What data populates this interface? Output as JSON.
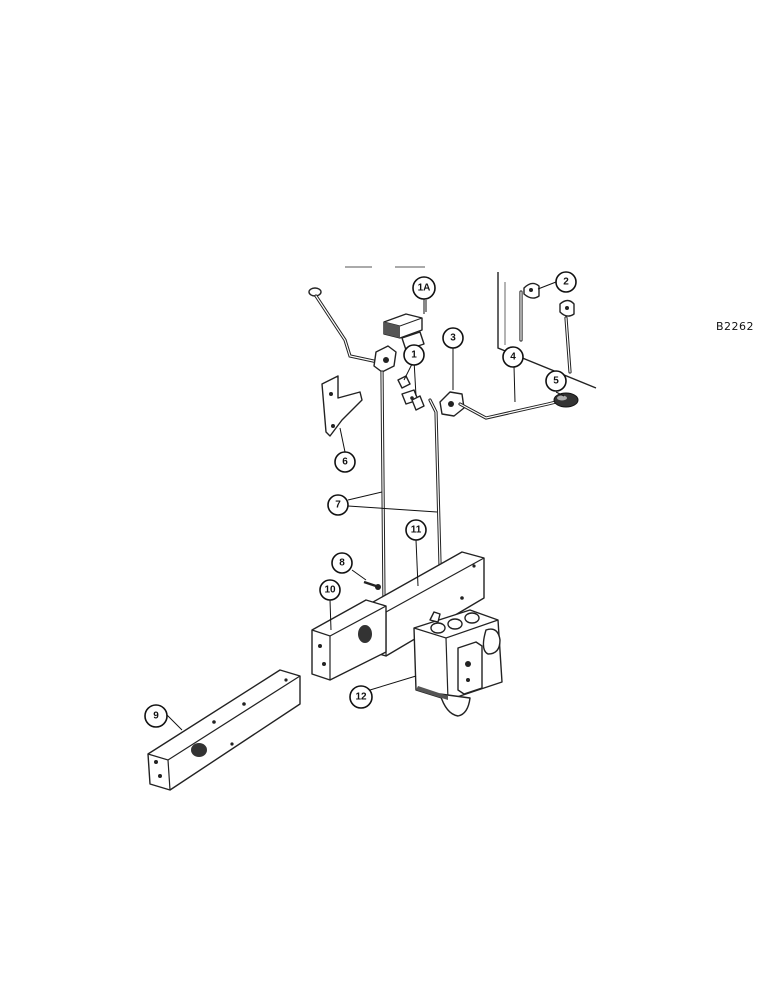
{
  "figure": {
    "ref_code": "B2262"
  },
  "callouts": [
    {
      "id": "c-1A",
      "label": "1A"
    },
    {
      "id": "c-1",
      "label": "1"
    },
    {
      "id": "c-2",
      "label": "2"
    },
    {
      "id": "c-3",
      "label": "3"
    },
    {
      "id": "c-4",
      "label": "4"
    },
    {
      "id": "c-5",
      "label": "5"
    },
    {
      "id": "c-6",
      "label": "6"
    },
    {
      "id": "c-7",
      "label": "7"
    },
    {
      "id": "c-8",
      "label": "8"
    },
    {
      "id": "c-9",
      "label": "9"
    },
    {
      "id": "c-10",
      "label": "10"
    },
    {
      "id": "c-11",
      "label": "11"
    },
    {
      "id": "c-12",
      "label": "12"
    }
  ]
}
